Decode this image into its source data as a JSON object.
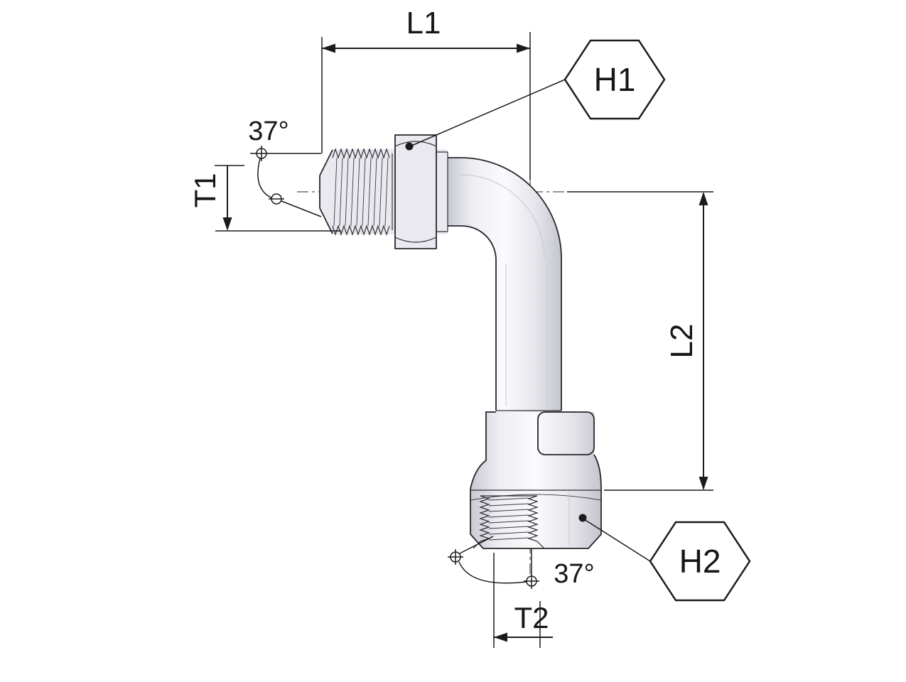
{
  "drawing": {
    "dimension_labels": {
      "l1": "L1",
      "l2": "L2",
      "t1": "T1",
      "t2": "T2"
    },
    "hex_labels": {
      "h1": "H1",
      "h2": "H2"
    },
    "angle_labels": {
      "top": "37°",
      "bottom": "37°"
    },
    "colors": {
      "background": "#ffffff",
      "line": "#1b1b1b",
      "metal_light": "#fbfbfd",
      "metal_mid": "#e9e9ef",
      "metal_dark": "#c9c9d3"
    }
  }
}
